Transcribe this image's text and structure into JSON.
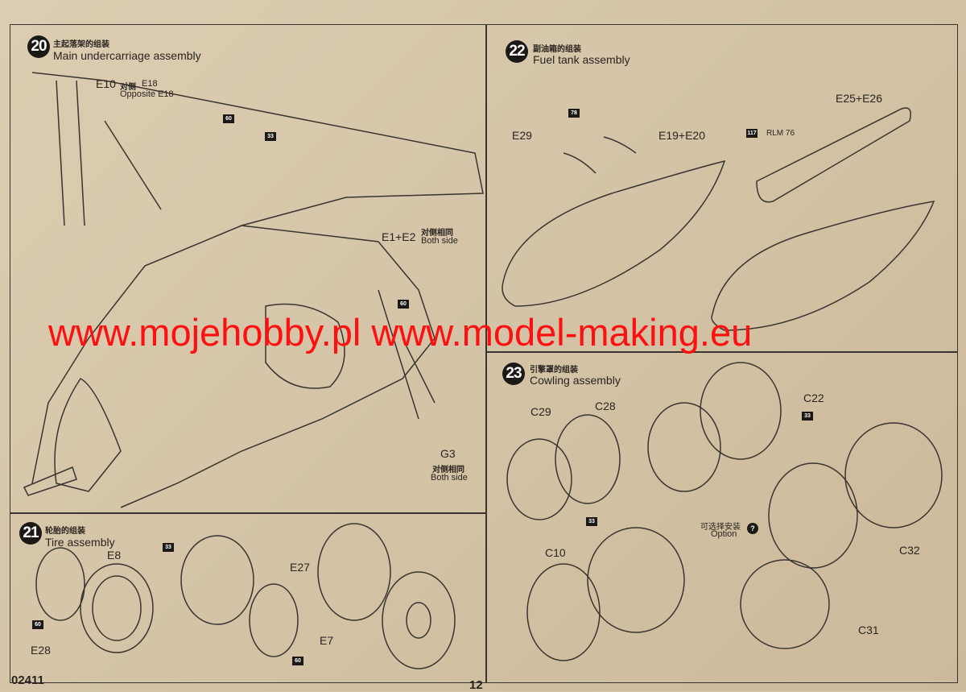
{
  "steps": {
    "s20": {
      "number": "20",
      "title_zh": "主起落架的组装",
      "title_en": "Main undercarriage assembly",
      "labels": {
        "e10": "E10",
        "e10_zh": "对侧",
        "e18": "E18",
        "opp": "Opposite E18",
        "e1e2": "E1+E2",
        "e1e2_zh": "对侧相同",
        "both1": "Both side",
        "g3": "G3",
        "g3_zh": "对侧相同",
        "both2": "Both side"
      },
      "paints": [
        "60",
        "33",
        "60"
      ]
    },
    "s21": {
      "number": "21",
      "title_zh": "轮胎的组装",
      "title_en": "Tire assembly",
      "labels": {
        "e8": "E8",
        "e27": "E27",
        "e28": "E28",
        "e7": "E7"
      },
      "paints": [
        "33",
        "60",
        "60"
      ]
    },
    "s22": {
      "number": "22",
      "title_zh": "副油箱的组装",
      "title_en": "Fuel tank assembly",
      "labels": {
        "e29": "E29",
        "e19e20": "E19+E20",
        "e25e26": "E25+E26",
        "rlm": "RLM 76"
      },
      "paints": [
        "78",
        "117"
      ]
    },
    "s23": {
      "number": "23",
      "title_zh": "引擎罩的组装",
      "title_en": "Cowling assembly",
      "labels": {
        "c29": "C29",
        "c28": "C28",
        "c22": "C22",
        "c10": "C10",
        "c32": "C32",
        "c31": "C31",
        "opt_zh": "可选择安装",
        "opt": "Option"
      },
      "paints": [
        "33",
        "33",
        "?"
      ]
    }
  },
  "watermark": "www.mojehobby.pl www.model-making.eu",
  "footer": {
    "code": "02411",
    "page": "12"
  },
  "colors": {
    "paper": "#d6c6aa",
    "ink": "#2a2420",
    "watermark": "#ff1010"
  }
}
